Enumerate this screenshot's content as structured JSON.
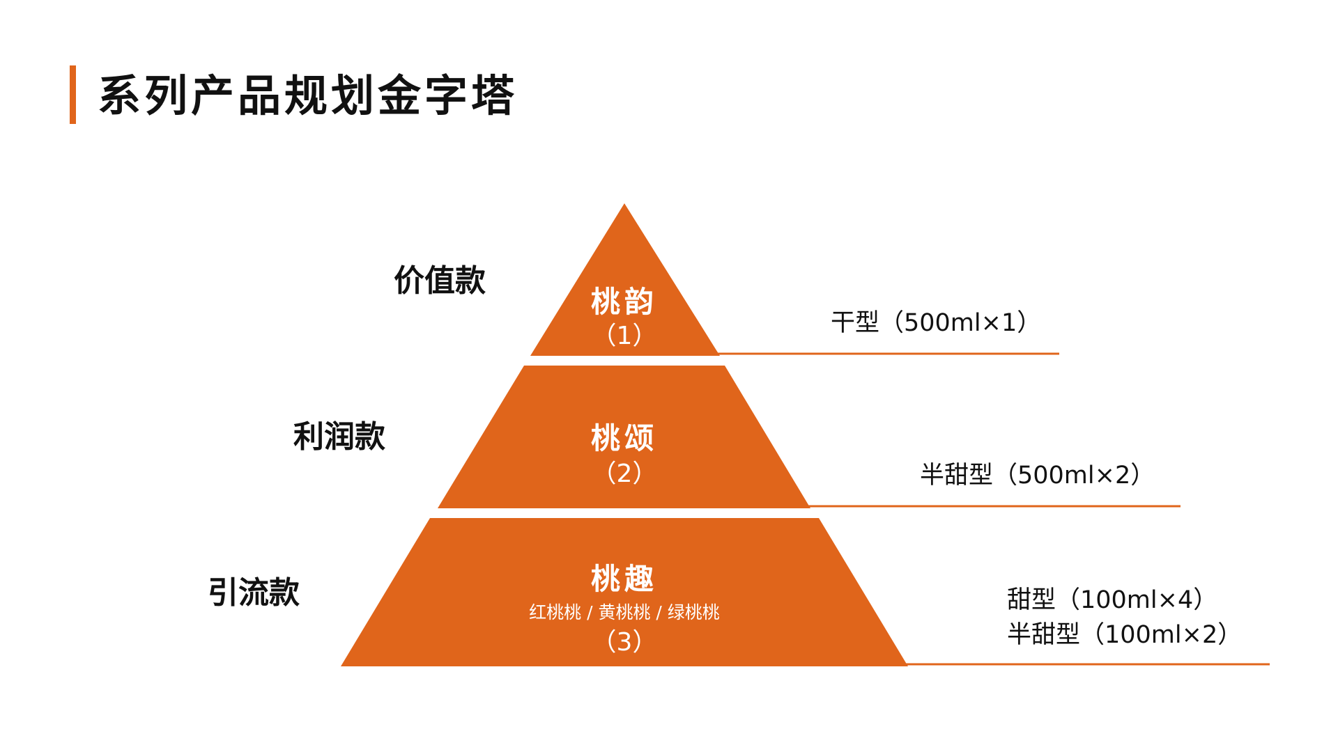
{
  "title": "系列产品规划金字塔",
  "colors": {
    "accent": "#E0651B",
    "text": "#111111",
    "on_accent": "#FFFFFF"
  },
  "tiers": [
    {
      "category": "价值款",
      "name": "桃韵",
      "sub": "",
      "number": "（1）",
      "spec_lines": [
        "干型（500ml×1）"
      ]
    },
    {
      "category": "利润款",
      "name": "桃颂",
      "sub": "",
      "number": "（2）",
      "spec_lines": [
        "半甜型（500ml×2）"
      ]
    },
    {
      "category": "引流款",
      "name": "桃趣",
      "sub": "红桃桃 / 黄桃桃 / 绿桃桃",
      "number": "（3）",
      "spec_lines": [
        "甜型（100ml×4）",
        "半甜型（100ml×2）"
      ]
    }
  ]
}
